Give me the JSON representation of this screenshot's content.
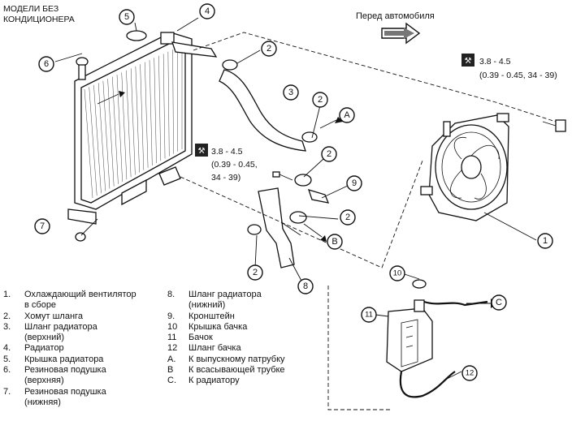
{
  "header": {
    "model_line1": "МОДЕЛИ БЕЗ",
    "model_line2": "КОНДИЦИОНЕРА",
    "front_of_car": "Перед автомобиля"
  },
  "torque_specs": [
    {
      "line1": "3.8 - 4.5",
      "line2": "(0.39 - 0.45, 34 - 39)"
    },
    {
      "line1": "3.8 - 4.5",
      "line2": "(0.39 - 0.45,",
      "line3": "34 - 39)"
    }
  ],
  "callouts": {
    "c1": "1",
    "c2": "2",
    "c3": "3",
    "c4": "4",
    "c5": "5",
    "c6": "6",
    "c7": "7",
    "c8": "8",
    "c9": "9",
    "c10": "10",
    "c11": "11",
    "c12": "12",
    "A": "A",
    "B": "B",
    "C": "C"
  },
  "legend_left": [
    {
      "key": "1.",
      "lines": [
        "Охлаждающий вентилятор",
        "в сборе"
      ]
    },
    {
      "key": "2.",
      "lines": [
        "Хомут шланга"
      ]
    },
    {
      "key": "3.",
      "lines": [
        "Шланг радиатора",
        "(верхний)"
      ]
    },
    {
      "key": "4.",
      "lines": [
        "Радиатор"
      ]
    },
    {
      "key": "5.",
      "lines": [
        "Крышка радиатора"
      ]
    },
    {
      "key": "6.",
      "lines": [
        "Резиновая подушка",
        "(верхняя)"
      ]
    },
    {
      "key": "7.",
      "lines": [
        "Резиновая подушка",
        "(нижняя)"
      ]
    }
  ],
  "legend_right": [
    {
      "key": "8.",
      "lines": [
        "Шланг радиатора",
        "(нижний)"
      ]
    },
    {
      "key": "9.",
      "lines": [
        "Кронштейн"
      ]
    },
    {
      "key": "10",
      "lines": [
        "Крышка бачка"
      ]
    },
    {
      "key": "11",
      "lines": [
        "Бачок"
      ]
    },
    {
      "key": "12",
      "lines": [
        "Шланг бачка"
      ]
    },
    {
      "key": "A.",
      "lines": [
        "К выпускному патрубку"
      ]
    },
    {
      "key": "B",
      "lines": [
        "К всасывающей трубке"
      ]
    },
    {
      "key": "C.",
      "lines": [
        "К радиатору"
      ]
    }
  ]
}
